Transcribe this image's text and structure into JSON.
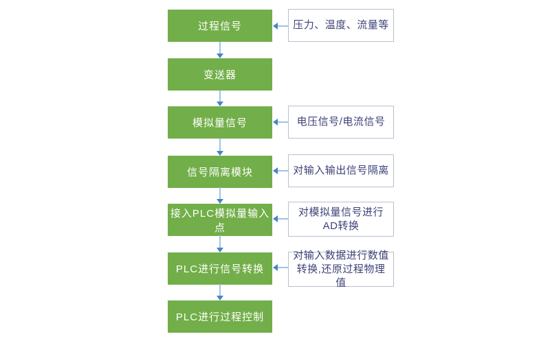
{
  "diagram": {
    "type": "flowchart",
    "colors": {
      "step_fill": "#72ae49",
      "step_text": "#ffffff",
      "note_border": "#b9bfd2",
      "note_text": "#3d4278",
      "arrow_line": "#9dc3e6",
      "arrow_head": "#4a84c4",
      "background": "#ffffff"
    },
    "flow": {
      "steps": [
        {
          "label": "过程信号"
        },
        {
          "label": "变送器"
        },
        {
          "label": "模拟量信号"
        },
        {
          "label": "信号隔离模块"
        },
        {
          "label": "接入PLC模拟量输入点"
        },
        {
          "label": "PLC进行信号转换"
        },
        {
          "label": "PLC进行过程控制"
        }
      ],
      "notes": [
        {
          "label": "压力、温度、流量等",
          "attached_to": "过程信号"
        },
        {
          "label": "电压信号/电流信号",
          "attached_to": "模拟量信号"
        },
        {
          "label": "对输入输出信号隔离",
          "attached_to": "信号隔离模块"
        },
        {
          "label": "对模拟量信号进行AD转换",
          "attached_to": "接入PLC模拟量输入点"
        },
        {
          "label": "对输入数据进行数值转换,还原过程物理值",
          "attached_to": "PLC进行信号转换"
        }
      ],
      "down_arrow_icon": "↓",
      "left_arrow_icon": "←"
    }
  }
}
